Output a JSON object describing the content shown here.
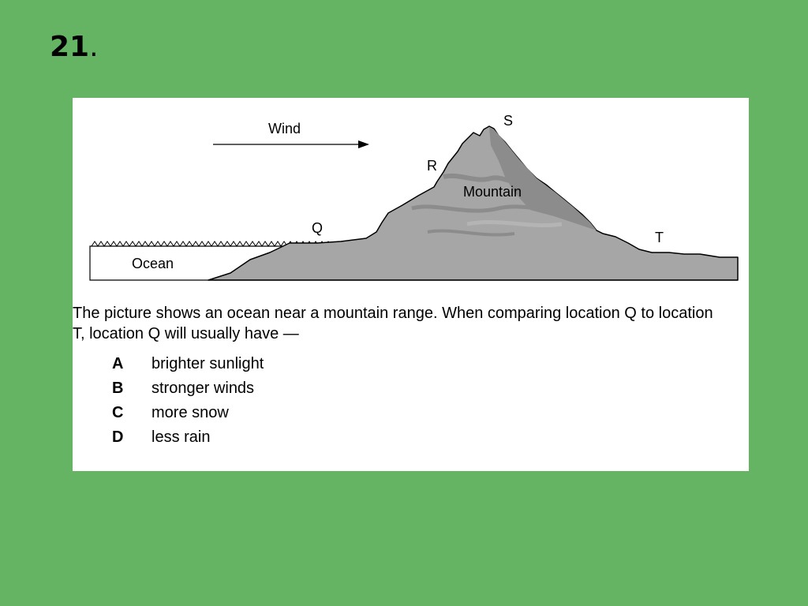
{
  "question": {
    "number": "21",
    "punct": "."
  },
  "diagram": {
    "wind_label": "Wind",
    "ocean_label": "Ocean",
    "mountain_label": "Mountain",
    "points": [
      "Q",
      "R",
      "S",
      "T"
    ]
  },
  "stem": "The picture shows an ocean near a mountain range. When comparing location Q to location T, location Q will usually have —",
  "choices": [
    {
      "letter": "A",
      "text": "brighter sunlight"
    },
    {
      "letter": "B",
      "text": "stronger winds"
    },
    {
      "letter": "C",
      "text": "more snow"
    },
    {
      "letter": "D",
      "text": "less rain"
    }
  ],
  "colors": {
    "background": "#64b464",
    "mountain": "#a6a6a6",
    "mountain_shadow": "#8c8c8c"
  }
}
